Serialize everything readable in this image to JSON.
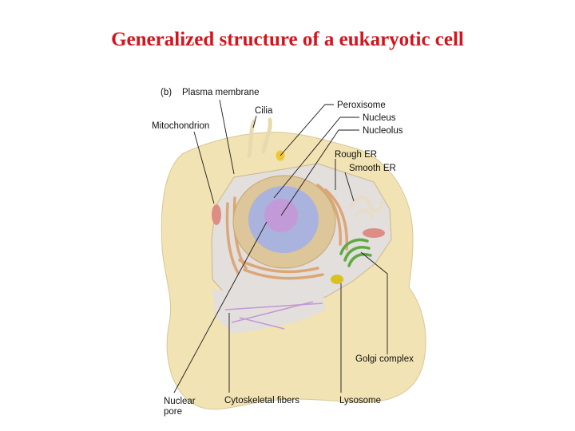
{
  "title": "Generalized structure of a eukaryotic cell",
  "colors": {
    "title": "#d4141c",
    "cytoplasm": "#f1e3b3",
    "cell_cut_face": "#e3dfdc",
    "nucleus_envelope": "#dcc69a",
    "nucleoplasm": "#aab2de",
    "nucleolus": "#c39ad8",
    "rough_er": "#dca777",
    "golgi": "#5eaa42",
    "mitochondrion": "#de8d86",
    "peroxisome": "#f0c737",
    "lysosome": "#d9c21f",
    "cytoskeleton": "#c499d6"
  },
  "labels": {
    "panel": "(b)",
    "plasma_membrane": "Plasma membrane",
    "cilia": "Cilia",
    "mitochondrion": "Mitochondrion",
    "peroxisome": "Peroxisome",
    "nucleus": "Nucleus",
    "nucleolus": "Nucleolus",
    "rough_er": "Rough ER",
    "smooth_er": "Smooth ER",
    "golgi_complex": "Golgi complex",
    "nuclear_pore_1": "Nuclear",
    "nuclear_pore_2": "pore",
    "cytoskeletal_fibers": "Cytoskeletal fibers",
    "lysosome": "Lysosome"
  }
}
